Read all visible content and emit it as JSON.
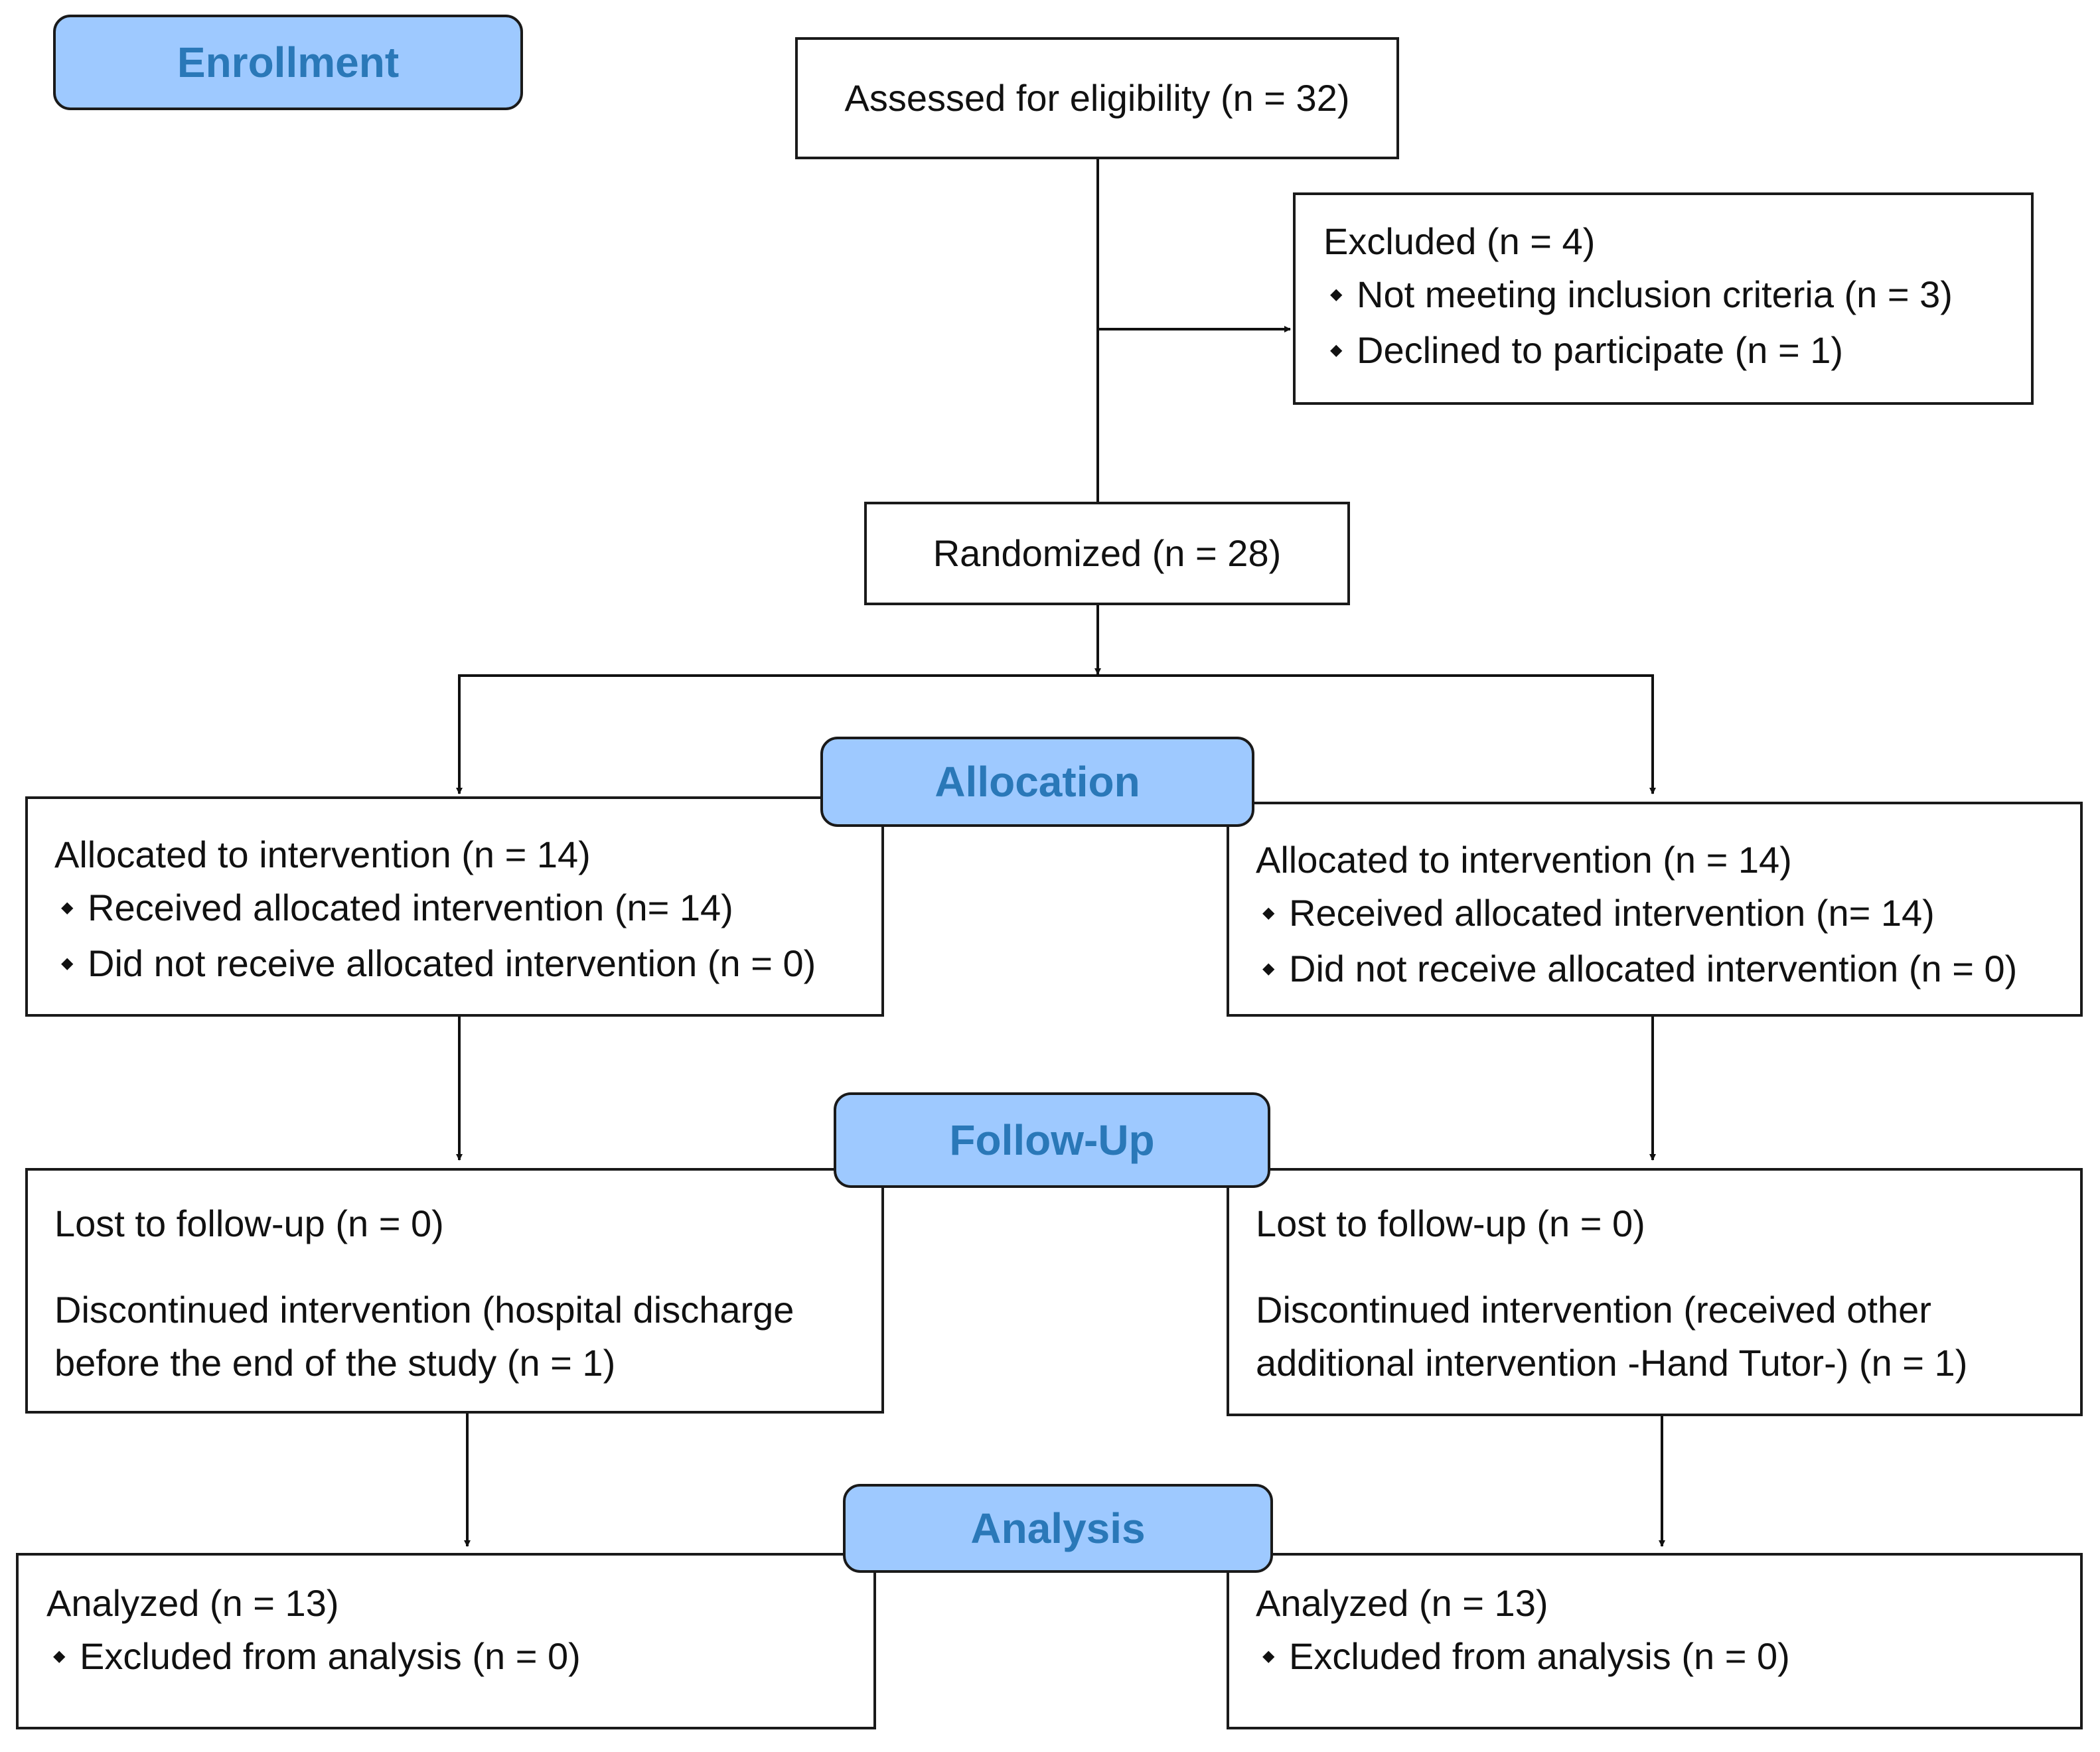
{
  "stages": {
    "enrollment": "Enrollment",
    "allocation": "Allocation",
    "follow_up": "Follow-Up",
    "analysis": "Analysis"
  },
  "assessed": "Assessed for eligibility (n = 32)",
  "excluded": {
    "title": "Excluded (n = 4)",
    "items": [
      "Not meeting inclusion criteria (n = 3)",
      "Declined to participate (n = 1)"
    ]
  },
  "randomized": "Randomized (n = 28)",
  "allocation": {
    "left": {
      "title": "Allocated to intervention (n = 14)",
      "items": [
        "Received allocated intervention (n= 14)",
        "Did not receive allocated intervention  (n = 0)"
      ]
    },
    "right": {
      "title": "Allocated to intervention (n = 14)",
      "items": [
        "Received allocated intervention (n= 14)",
        "Did not receive allocated intervention  (n = 0)"
      ]
    }
  },
  "follow_up": {
    "left": {
      "lost": "Lost to follow-up (n = 0)",
      "discontinued_1": "Discontinued intervention (hospital discharge",
      "discontinued_2": "before the end of the study (n = 1)"
    },
    "right": {
      "lost": "Lost to follow-up (n = 0)",
      "discontinued_1": "Discontinued intervention (received other",
      "discontinued_2": "additional intervention -Hand Tutor-) (n = 1)"
    }
  },
  "analysis": {
    "left": {
      "title": "Analyzed (n = 13)",
      "items": [
        "Excluded from analysis (n = 0)"
      ]
    },
    "right": {
      "title": "Analyzed (n = 13)",
      "items": [
        "Excluded from analysis (n = 0)"
      ]
    }
  }
}
